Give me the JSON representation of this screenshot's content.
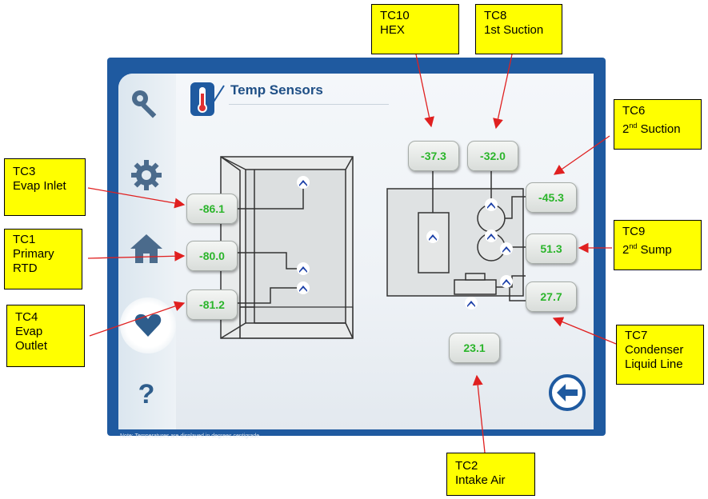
{
  "page": {
    "title": "Temp Sensors"
  },
  "sidebar": {
    "items": [
      {
        "icon": "key-icon",
        "label": ""
      },
      {
        "icon": "gear-icon",
        "label": ""
      },
      {
        "icon": "home-icon",
        "label": ""
      },
      {
        "icon": "heart-icon",
        "label": "",
        "active": true
      },
      {
        "icon": "help-icon",
        "label": "?"
      }
    ]
  },
  "readouts": {
    "tc3": "-86.1",
    "tc1": "-80.0",
    "tc4": "-81.2",
    "tc10": "-37.3",
    "tc8": "-32.0",
    "tc6": "-45.3",
    "tc9": "51.3",
    "tc7": "27.7",
    "tc2": "23.1"
  },
  "callouts": {
    "tc10": {
      "line1": "TC10",
      "line2": "HEX"
    },
    "tc8": {
      "line1": "TC8",
      "line2": "1st Suction"
    },
    "tc6": {
      "line1": "TC6",
      "line2a": "2",
      "line2sup": "nd",
      "line2b": " Suction"
    },
    "tc3": {
      "line1": "TC3",
      "line2": "Evap Inlet"
    },
    "tc1": {
      "line1": "TC1",
      "line2": "Primary",
      "line3": "RTD"
    },
    "tc9": {
      "line1": "TC9",
      "line2a": "2",
      "line2sup": "nd",
      "line2b": " Sump"
    },
    "tc4": {
      "line1": "TC4",
      "line2": "Evap",
      "line3": "Outlet"
    },
    "tc7": {
      "line1": "TC7",
      "line2": "Condenser",
      "line3": "Liquid Line"
    },
    "tc2": {
      "line1": "TC2",
      "line2": "Intake Air"
    }
  },
  "footer_note": "Note: Temperatures are displayed in degrees centigrade",
  "colors": {
    "frame": "#1f5aa0",
    "readout_text": "#2bb52b",
    "callout_bg": "#ffff00",
    "arrow": "#e02020",
    "title": "#1f4f86"
  }
}
